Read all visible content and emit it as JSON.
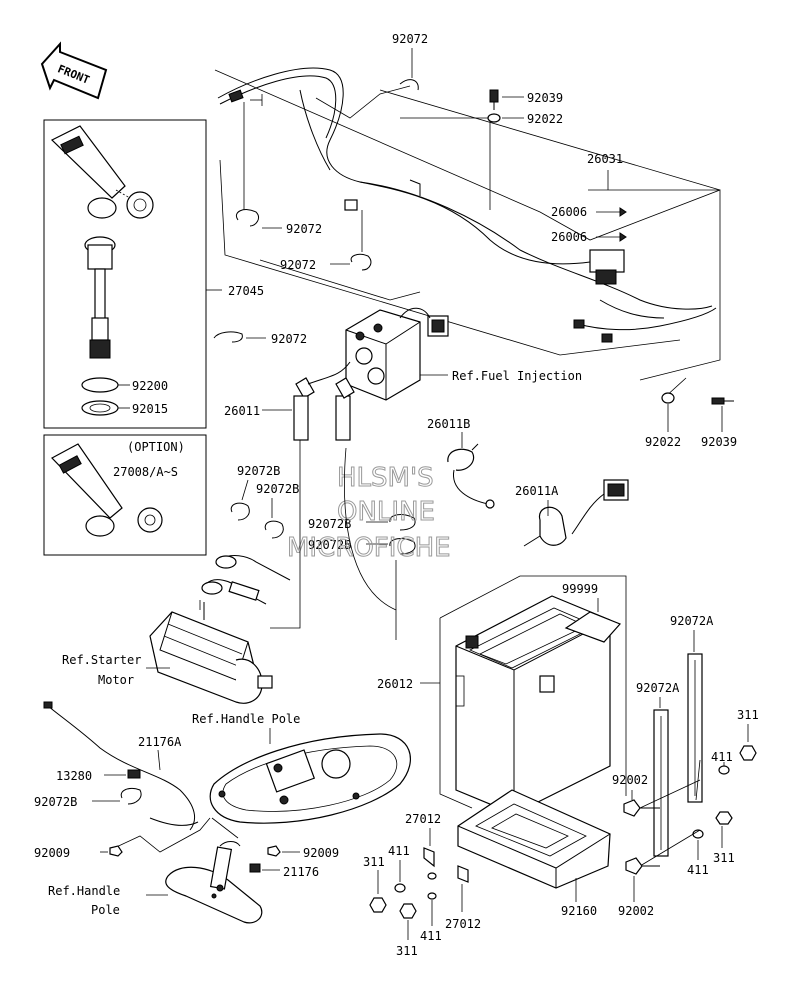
{
  "front_label": "FRONT",
  "watermark": [
    "HLSM'S",
    "ONLINE",
    "MICROFICHE"
  ],
  "option_label": "(OPTION)",
  "labels": {
    "p92072_top": "92072",
    "p92039_top": "92039",
    "p92022_top": "92022",
    "p26031": "26031",
    "p26006_a": "26006",
    "p26006_b": "26006",
    "p92072_b": "92072",
    "p92072_c": "92072",
    "p27045": "27045",
    "p92072_d": "92072",
    "p92200": "92200",
    "p92015": "92015",
    "ref_fuel": "Ref.Fuel Injection",
    "p26011": "26011",
    "p92022_r": "92022",
    "p92039_r": "92039",
    "p26011B": "26011B",
    "p27008": "27008/A~S",
    "p92072B_a": "92072B",
    "p92072B_b": "92072B",
    "p26011A": "26011A",
    "p92072B_c": "92072B",
    "p92072B_d": "92072B",
    "p99999": "99999",
    "p92072A_a": "92072A",
    "ref_starter_1": "Ref.Starter",
    "ref_starter_2": "Motor",
    "p26012": "26012",
    "p92072A_b": "92072A",
    "ref_handle_pole": "Ref.Handle Pole",
    "p311_r": "311",
    "p21176A": "21176A",
    "p411_r": "411",
    "p13280": "13280",
    "p92002_a": "92002",
    "p92072B_e": "92072B",
    "p27012_a": "27012",
    "p92009_a": "92009",
    "p92009_b": "92009",
    "p311_a": "311",
    "p411_a": "411",
    "p21176": "21176",
    "p411_b": "411",
    "p311_b": "311",
    "ref_handle_1": "Ref.Handle",
    "ref_handle_2": "Pole",
    "p311_c": "311",
    "p411_c": "411",
    "p27012_b": "27012",
    "p92160": "92160",
    "p92002_b": "92002"
  }
}
